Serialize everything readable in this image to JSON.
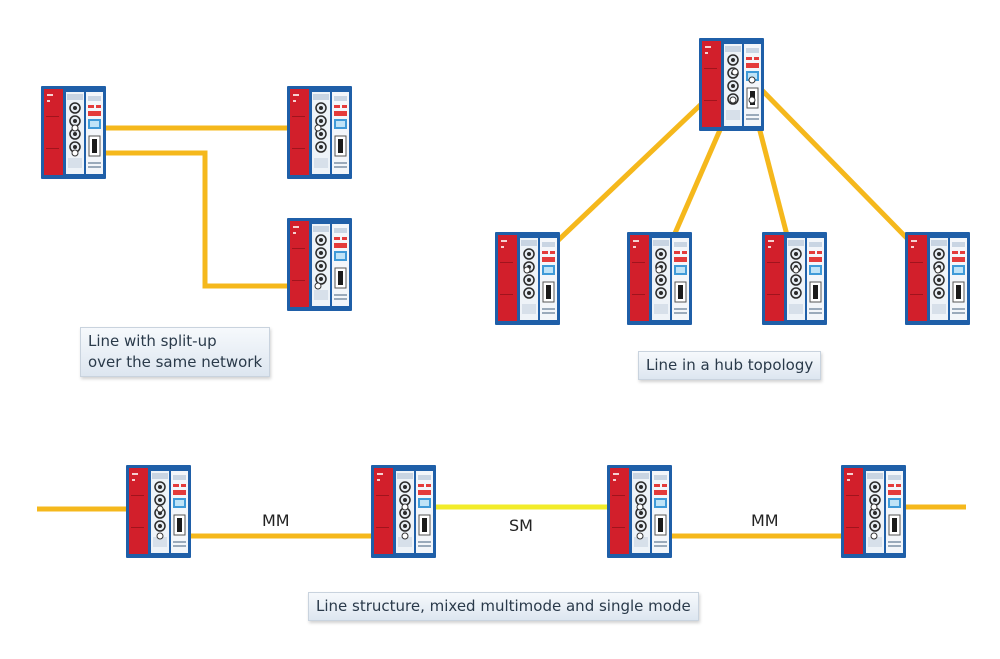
{
  "captions": {
    "split": "Line with split-up\nover the same network",
    "hub": "Line in a hub topology",
    "line": "Line structure, mixed multimode and single mode"
  },
  "segments": {
    "mm1": "MM",
    "sm": "SM",
    "mm2": "MM"
  },
  "colors": {
    "fiber_mm": "#f5b81c",
    "fiber_sm": "#f2ec2a",
    "module_red": "#d21f2b",
    "module_blue": "#1f5fa8",
    "caption_text": "#2a3a4a"
  },
  "icons": {
    "device": "fiber-optic-repeater-icon"
  }
}
